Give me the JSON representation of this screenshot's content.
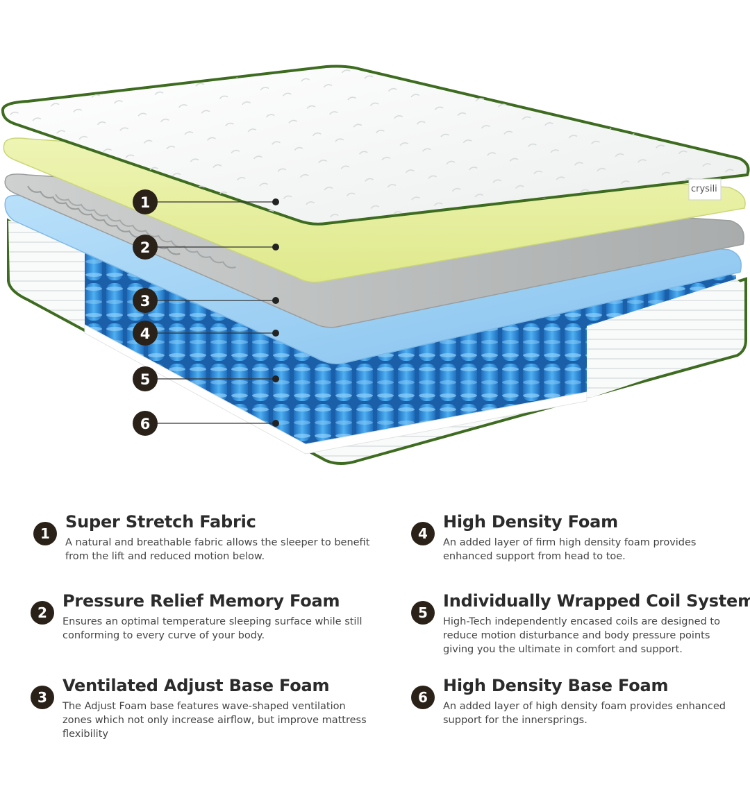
{
  "brand": "crysili",
  "callouts": [
    "1",
    "2",
    "3",
    "4",
    "5",
    "6"
  ],
  "layers": [
    {
      "number": "1",
      "title": "Super Stretch Fabric",
      "description": "A natural and breathable fabric allows the sleeper to benefit from the lift and reduced motion below."
    },
    {
      "number": "2",
      "title": "Pressure Relief Memory Foam",
      "description": "Ensures an optimal temperature sleeping surface while still conforming to every curve of your body."
    },
    {
      "number": "3",
      "title": "Ventilated Adjust Base Foam",
      "description": "The Adjust Foam base features wave-shaped ventilation zones which not only increase airflow, but improve mattress flexibility"
    },
    {
      "number": "4",
      "title": "High Density Foam",
      "description": "An added layer of firm high density foam provides enhanced support from head to toe."
    },
    {
      "number": "5",
      "title": "Individually Wrapped Coil System",
      "description": "High-Tech independently encased coils are designed to reduce motion disturbance and body pressure points giving you the ultimate in comfort and support."
    },
    {
      "number": "6",
      "title": "High Density Base Foam",
      "description": "An added layer of high density foam provides enhanced support for the innersprings."
    }
  ],
  "colors": {
    "piping": "#3d6b1f",
    "cover": "#f7f8f8",
    "memory_foam": "#e6ef9c",
    "vent_foam": "#b9bcbc",
    "hd_foam": "#9fd0f2",
    "coils": "#2f8fdc",
    "badge": "#2a2218"
  }
}
